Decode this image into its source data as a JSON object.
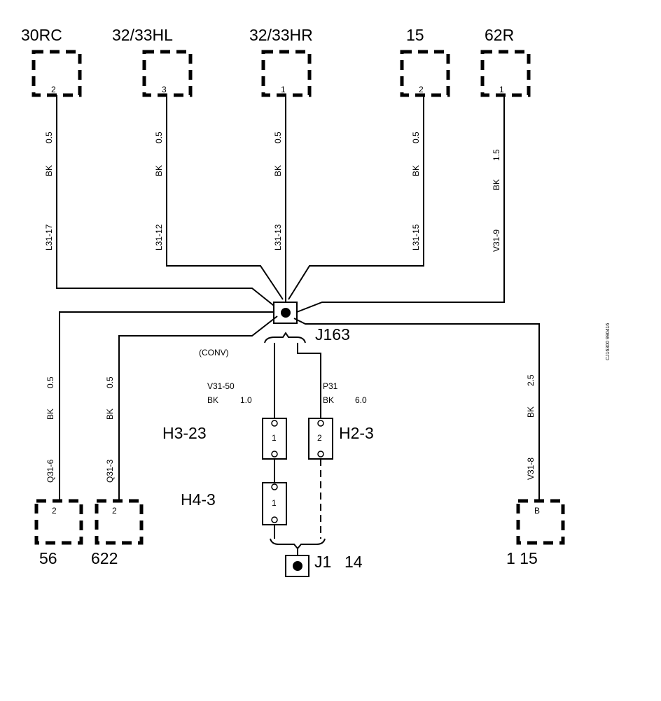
{
  "connectors_top": [
    {
      "name": "30RC",
      "pin": "2",
      "size": "0.5",
      "color": "BK",
      "circuit": "L31-17"
    },
    {
      "name": "32/33HL",
      "pin": "3",
      "size": "0.5",
      "color": "BK",
      "circuit": "L31-12"
    },
    {
      "name": "32/33HR",
      "pin": "1",
      "size": "0.5",
      "color": "BK",
      "circuit": "L31-13"
    },
    {
      "name": "15",
      "pin": "2",
      "size": "0.5",
      "color": "BK",
      "circuit": "L31-15"
    },
    {
      "name": "62R",
      "pin": "1",
      "size": "1.5",
      "color": "BK",
      "circuit": "V31-9"
    }
  ],
  "connectors_bottom": [
    {
      "name": "56",
      "pin": "2",
      "size": "0.5",
      "color": "BK",
      "circuit": "Q31-6"
    },
    {
      "name": "622",
      "pin": "2",
      "size": "0.5",
      "color": "BK",
      "circuit": "Q31-3"
    },
    {
      "name": "1 15",
      "pin": "B",
      "size": "2.5",
      "color": "BK",
      "circuit": "V31-8"
    }
  ],
  "splice": {
    "name": "J163"
  },
  "conv_label": "(CONV)",
  "wire_left": {
    "circuit": "V31-50",
    "color": "BK",
    "size": "1.0"
  },
  "wire_right": {
    "circuit": "P31",
    "color": "BK",
    "size": "6.0"
  },
  "fuses": [
    {
      "name": "H3-23",
      "pin": "1"
    },
    {
      "name": "H2-3",
      "pin": "2"
    },
    {
      "name": "H4-3",
      "pin": "1"
    }
  ],
  "ground": {
    "name": "J1",
    "number": "14"
  },
  "side_code": "CJ16300 990416"
}
